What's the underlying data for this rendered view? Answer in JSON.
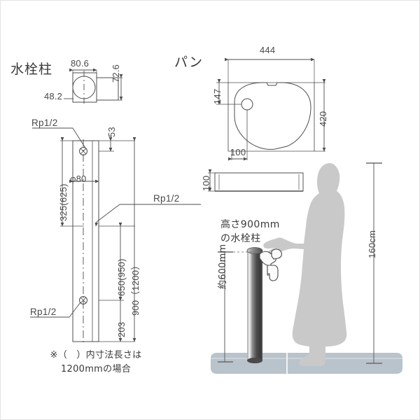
{
  "meta": {
    "background": "#ffffff",
    "line_color": "#4d4d4d",
    "text_color": "#3b3b3b",
    "silhouette_color": "#c9c9c9",
    "ground_color": "#b9c3cc",
    "post_color": "#3f3f3f"
  },
  "faucet_post_drawing": {
    "title": "水栓柱",
    "top_section": {
      "width_label": "80.6",
      "depth_label": "72.6",
      "diameter_label": "48.2"
    },
    "elevation": {
      "top_callout": "Rp1/2",
      "bottom_callout": "Rp1/2",
      "side_callout": "Rp1/2",
      "offset_label": "53",
      "top_height": "325(625)",
      "body_diameter": "φ80",
      "mid_height": "650(950)",
      "total_height": "900（1200）",
      "bottom_height": "203"
    },
    "note_line1": "※（　）内寸法長さは",
    "note_line2": "1200mmの場合"
  },
  "pan_drawing": {
    "title": "パン",
    "width_label": "444",
    "drain_offset_label": "147",
    "depth_label": "420",
    "drain_edge_label": "100",
    "side_view_height_label": "100"
  },
  "scale_scene": {
    "post_label_line1": "高さ900mm",
    "post_label_line2": "の水栓柱",
    "post_height_label": "約600mm",
    "person_height_label": "160cm"
  }
}
